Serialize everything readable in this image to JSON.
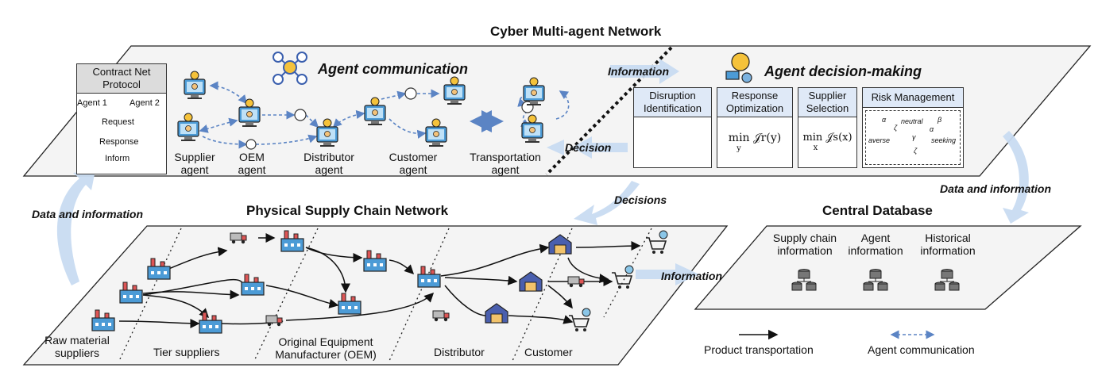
{
  "cyber": {
    "title": "Cyber Multi-agent Network",
    "agent_communication": "Agent communication",
    "agent_decision_making": "Agent decision-making",
    "information_label": "Information",
    "decision_label": "Decision"
  },
  "contract_net": {
    "title_line1": "Contract Net",
    "title_line2": "Protocol",
    "agent1": "Agent 1",
    "agent2": "Agent 2",
    "request": "Request",
    "response": "Response",
    "inform": "Inform"
  },
  "agents": [
    {
      "line1": "Supplier",
      "line2": "agent"
    },
    {
      "line1": "OEM",
      "line2": "agent"
    },
    {
      "line1": "Distributor",
      "line2": "agent"
    },
    {
      "line1": "Customer",
      "line2": "agent"
    },
    {
      "line1": "Transportation",
      "line2": "agent"
    }
  ],
  "decision_boxes": [
    {
      "line1": "Disruption",
      "line2": "Identification"
    },
    {
      "line1": "Response",
      "line2": "Optimization",
      "formula": "min 𝒥r(y)",
      "sub": "y"
    },
    {
      "line1": "Supplier",
      "line2": "Selection",
      "formula": "min 𝒥s(x)",
      "sub": "x"
    },
    {
      "line1": "Risk Management",
      "states": [
        "averse",
        "neutral",
        "seeking"
      ],
      "greek": [
        "α",
        "β",
        "ζ",
        "γ",
        "α",
        "ζ"
      ]
    }
  ],
  "physical": {
    "title": "Physical Supply Chain Network",
    "tiers": [
      {
        "line1": "Raw material",
        "line2": "suppliers"
      },
      {
        "line1": "Tier suppliers",
        "line2": ""
      },
      {
        "line1": "Original Equipment",
        "line2": "Manufacturer (OEM)"
      },
      {
        "line1": "Distributor",
        "line2": ""
      },
      {
        "line1": "Customer",
        "line2": ""
      }
    ]
  },
  "side_labels": {
    "data_info_left": "Data and information",
    "data_info_right": "Data and information",
    "decisions": "Decisions",
    "information": "Information"
  },
  "database": {
    "title": "Central Database",
    "items": [
      {
        "line1": "Supply chain",
        "line2": "information"
      },
      {
        "line1": "Agent",
        "line2": "information"
      },
      {
        "line1": "Historical",
        "line2": "information"
      }
    ]
  },
  "legend": {
    "product": "Product transportation",
    "communication": "Agent communication"
  },
  "colors": {
    "plane_fill": "#f4f4f4",
    "big_arrow": "#c9dcf2",
    "dashed_arrow": "#5b84c4",
    "header_fill": "#dfe9f7"
  }
}
